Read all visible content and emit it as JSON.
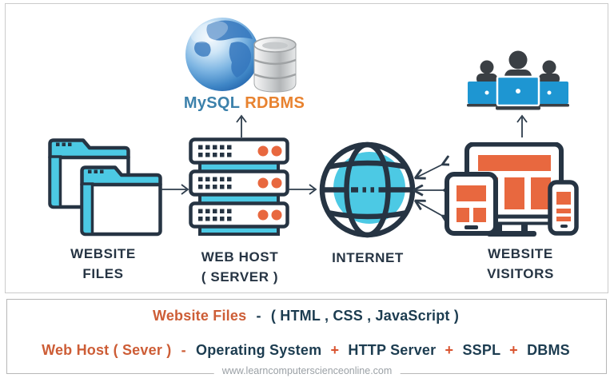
{
  "diagram": {
    "database_label": {
      "mysql": "MySQL",
      "rdbms": "RDBMS"
    },
    "nodes": {
      "files": {
        "line1": "WEBSITE",
        "line2": "FILES"
      },
      "host": {
        "line1": "WEB HOST",
        "line2": "( SERVER )"
      },
      "internet": {
        "line1": "INTERNET"
      },
      "visitors": {
        "line1": "WEBSITE",
        "line2": "VISITORS"
      }
    },
    "icons": {
      "earth-globe-icon": "glossy blue earth sphere",
      "database-icon": "silver stacked cylinder database",
      "folders-icon": "two overlapping cyan folders",
      "server-icon": "three-unit rack server with orange leds",
      "globe-wireframe-icon": "dark wireframe globe with cyan fill",
      "devices-icon": "monitor tablet and phone with orange content blocks",
      "people-laptops-icon": "three user silhouettes behind blue laptops",
      "arrow-icon": "thin dark line arrow"
    },
    "colors": {
      "navy": "#263443",
      "cyan": "#4cc9e4",
      "orange": "#e8683f",
      "mysql_blue": "#3c81ab",
      "rdbms_orange": "#e8822f",
      "laptop_blue": "#1e96d2",
      "person_dark": "#3a3f44"
    }
  },
  "legend": {
    "line1": {
      "term": "Website Files",
      "sep": "-",
      "definition": "( HTML , CSS , JavaScript )"
    },
    "line2": {
      "term": "Web Host ( Sever )",
      "sep": "-",
      "part1": "Operating System",
      "plus1": "+",
      "part2": "HTTP Server",
      "plus2": "+",
      "part3": "SSPL",
      "plus3": "+",
      "part4": "DBMS"
    }
  },
  "footer": {
    "watermark": "www.learncomputerscienceonline.com"
  }
}
